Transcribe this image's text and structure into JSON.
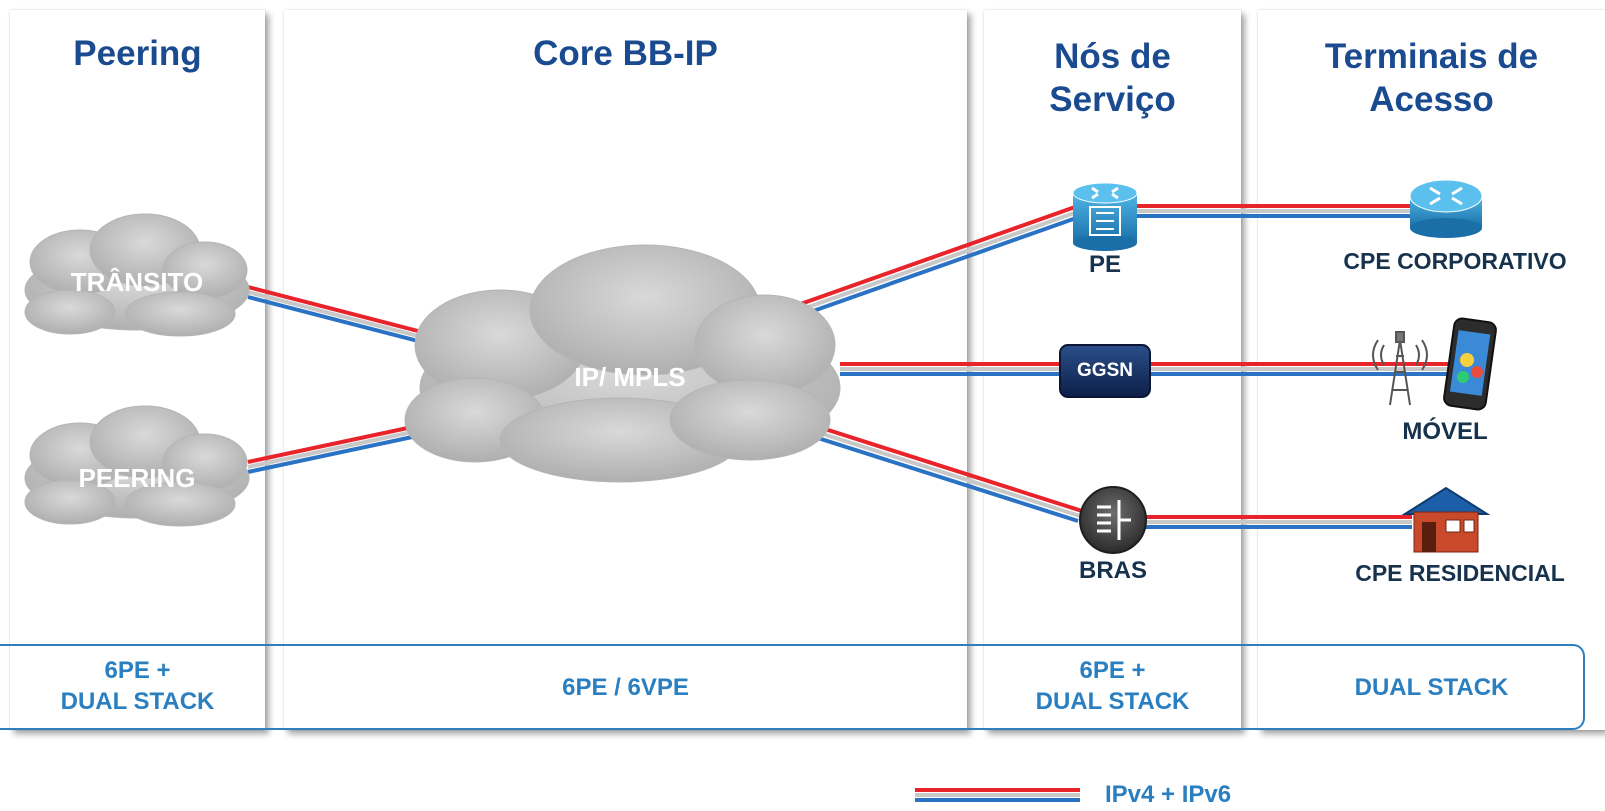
{
  "columns": [
    {
      "title": "Peering",
      "footer": "6PE +\nDUAL STACK"
    },
    {
      "title": "Core BB-IP",
      "footer": "6PE / 6VPE"
    },
    {
      "title": "Nós de\nServiço",
      "footer": "6PE +\nDUAL STACK"
    },
    {
      "title": "Terminais de\nAcesso",
      "footer": "DUAL STACK"
    }
  ],
  "clouds": {
    "transito": "TRÂNSITO",
    "peering": "PEERING",
    "core": "IP/ MPLS"
  },
  "nodes": {
    "pe": "PE",
    "ggsn": "GGSN",
    "bras": "BRAS"
  },
  "terminals": {
    "corporativo": "CPE CORPORATIVO",
    "movel": "MÓVEL",
    "residencial": "CPE RESIDENCIAL"
  },
  "legend": {
    "label": "IPv4 + IPv6"
  },
  "colors": {
    "title": "#1a4a8f",
    "footer": "#2a7fc0",
    "ipv4": "#e8232a",
    "ipv6": "#2a72c4"
  }
}
